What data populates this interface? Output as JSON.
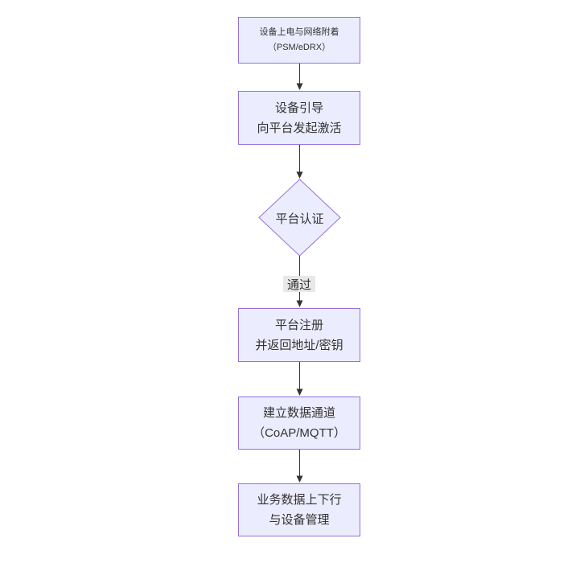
{
  "diagram": {
    "type": "flowchart",
    "direction": "top-down",
    "colors": {
      "background": "#ffffff",
      "node_fill": "#ECECFF",
      "node_border": "#9370DB",
      "text": "#333333",
      "edge_line": "#333333",
      "edge_label_bg": "#e8e8e8"
    },
    "nodes": {
      "power": {
        "type": "rect",
        "line1": "设备上电与网络附着",
        "line2": "（PSM/eDRX）"
      },
      "boot": {
        "type": "rect",
        "line1": "设备引导",
        "line2": "向平台发起激活"
      },
      "auth": {
        "type": "diamond",
        "label": "平台认证"
      },
      "register": {
        "type": "rect",
        "line1": "平台注册",
        "line2": "并返回地址/密钥"
      },
      "channel": {
        "type": "rect",
        "line1": "建立数据通道",
        "line2": "（CoAP/MQTT）"
      },
      "service": {
        "type": "rect",
        "line1": "业务数据上下行",
        "line2": "与设备管理"
      }
    },
    "edges": {
      "pass_label": "通过",
      "connections": [
        {
          "from": "power",
          "to": "boot",
          "label": ""
        },
        {
          "from": "boot",
          "to": "auth",
          "label": ""
        },
        {
          "from": "auth",
          "to": "register",
          "label": "通过"
        },
        {
          "from": "register",
          "to": "channel",
          "label": ""
        },
        {
          "from": "channel",
          "to": "service",
          "label": ""
        }
      ]
    }
  }
}
